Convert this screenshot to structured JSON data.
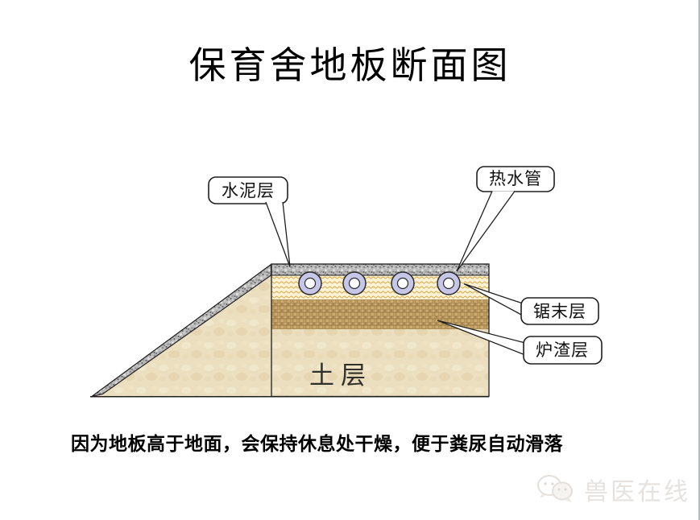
{
  "page": {
    "title": "保育舍地板断面图",
    "caption": "因为地板高于地面，会保持休息处干燥，便于粪尿自动滑落"
  },
  "diagram": {
    "callouts": {
      "cement": "水泥层",
      "hot_water_pipe": "热水管",
      "sawdust": "锯末层",
      "slag": "炉渣层"
    },
    "soil_label": "土层",
    "pipe_count": 4,
    "colors": {
      "pipe_ring": "#c6c7e8",
      "pipe_inner": "#ffffff",
      "cement_gray": "#bcbcbc",
      "sawdust_bg": "#fcf3d6",
      "sawdust_wave": "#d8a23c",
      "slag_brown": "#bf9d61",
      "soil_tan": "#ebdfbf",
      "outline": "#1f1f1f",
      "callout_bg": "#ffffff"
    }
  },
  "watermark": {
    "text": "兽医在线",
    "icon": "chat-bubbles-icon"
  }
}
